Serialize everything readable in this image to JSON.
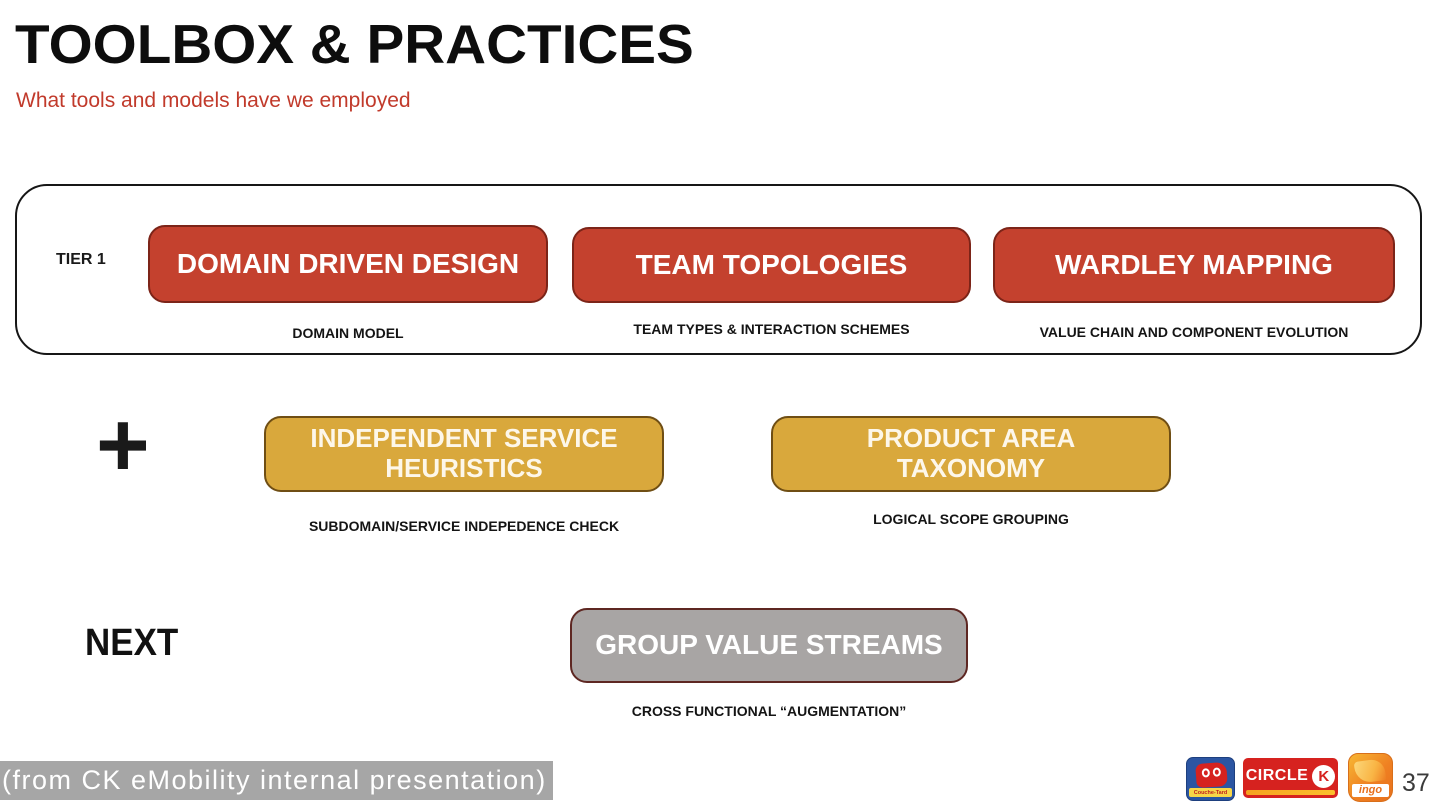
{
  "slide": {
    "title": "TOOLBOX & PRACTICES",
    "subtitle": "What tools and models have we employed",
    "source_note": "(from CK eMobility internal presentation)",
    "page_number": "37"
  },
  "tier1": {
    "label": "TIER 1",
    "tools": [
      {
        "label": "DOMAIN DRIVEN DESIGN",
        "caption": "DOMAIN MODEL"
      },
      {
        "label": "TEAM TOPOLOGIES",
        "caption": "TEAM TYPES & INTERACTION SCHEMES"
      },
      {
        "label": "WARDLEY MAPPING",
        "caption": "VALUE CHAIN AND COMPONENT EVOLUTION"
      }
    ]
  },
  "tier2": {
    "prefix": "+",
    "tools": [
      {
        "label": "INDEPENDENT SERVICE HEURISTICS",
        "caption": "SUBDOMAIN/SERVICE INDEPEDENCE CHECK"
      },
      {
        "label": "PRODUCT AREA TAXONOMY",
        "caption": "LOGICAL SCOPE GROUPING"
      }
    ]
  },
  "next": {
    "label": "NEXT",
    "tools": [
      {
        "label": "GROUP VALUE STREAMS",
        "caption": "CROSS FUNCTIONAL “AUGMENTATION”"
      }
    ]
  },
  "logos": {
    "couche_tard_label": "Couche-Tard",
    "circle_k_word": "CIRCLE",
    "circle_k_letter": "K",
    "ingo_label": "ingo"
  },
  "colors": {
    "red_fill": "#c4412e",
    "red_border": "#7c2418",
    "gold_fill": "#d9a83c",
    "gold_border": "#6f4e14",
    "gray_fill": "#a8a5a4",
    "gray_border": "#5e2722",
    "subtitle_red": "#c13a2b",
    "source_bg": "#a6a6a6"
  }
}
